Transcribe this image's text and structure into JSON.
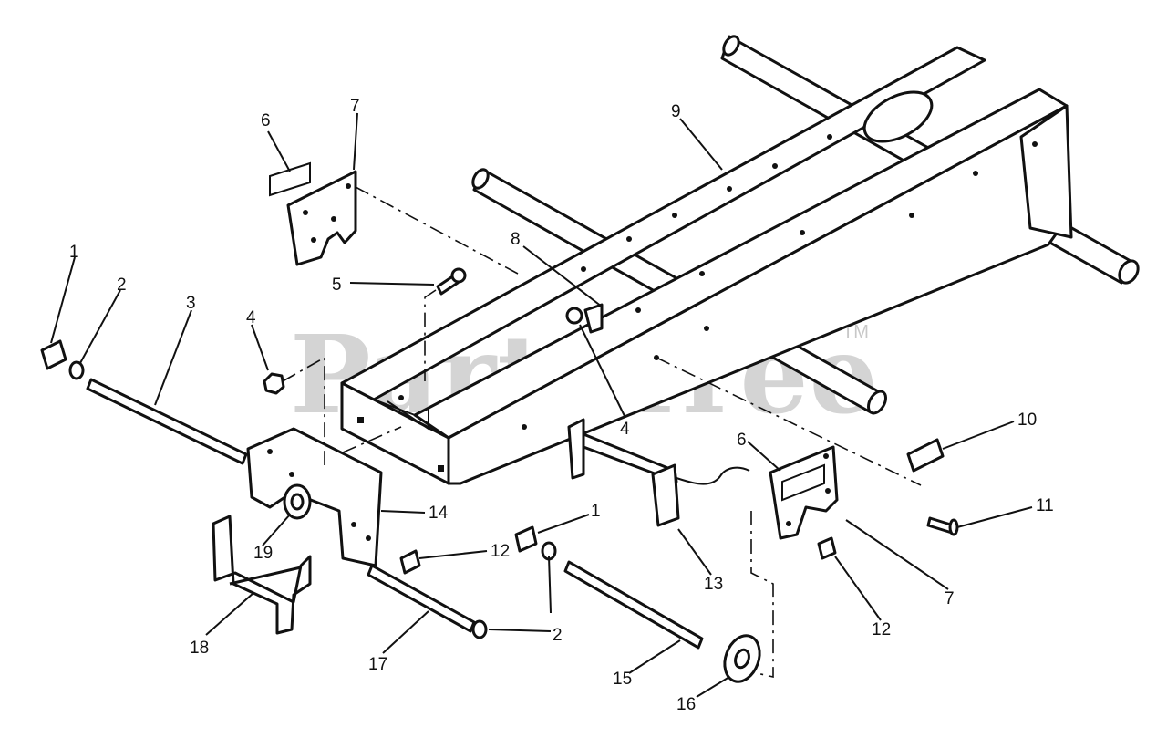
{
  "diagram": {
    "watermark": "PartsTree",
    "watermark_mark": "TM",
    "callouts": [
      {
        "id": "c1a",
        "label": "1"
      },
      {
        "id": "c2a",
        "label": "2"
      },
      {
        "id": "c3",
        "label": "3"
      },
      {
        "id": "c4a",
        "label": "4"
      },
      {
        "id": "c5",
        "label": "5"
      },
      {
        "id": "c6a",
        "label": "6"
      },
      {
        "id": "c7a",
        "label": "7"
      },
      {
        "id": "c8",
        "label": "8"
      },
      {
        "id": "c9",
        "label": "9"
      },
      {
        "id": "c4b",
        "label": "4"
      },
      {
        "id": "c10",
        "label": "10"
      },
      {
        "id": "c6b",
        "label": "6"
      },
      {
        "id": "c11",
        "label": "11"
      },
      {
        "id": "c14",
        "label": "14"
      },
      {
        "id": "c1b",
        "label": "1"
      },
      {
        "id": "c19",
        "label": "19"
      },
      {
        "id": "c12a",
        "label": "12"
      },
      {
        "id": "c13",
        "label": "13"
      },
      {
        "id": "c7b",
        "label": "7"
      },
      {
        "id": "c12b",
        "label": "12"
      },
      {
        "id": "c2b",
        "label": "2"
      },
      {
        "id": "c18",
        "label": "18"
      },
      {
        "id": "c17",
        "label": "17"
      },
      {
        "id": "c15",
        "label": "15"
      },
      {
        "id": "c16",
        "label": "16"
      }
    ]
  }
}
